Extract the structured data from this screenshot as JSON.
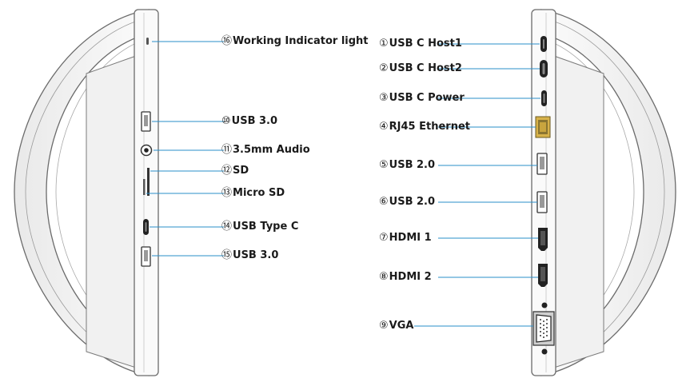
{
  "left_ports": [
    {
      "num": "⑯",
      "label": "Working Indicator light"
    },
    {
      "num": "⑩",
      "label": "USB 3.0"
    },
    {
      "num": "⑪",
      "label": "3.5mm Audio"
    },
    {
      "num": "⑫",
      "label": "SD"
    },
    {
      "num": "⑬",
      "label": "Micro SD"
    },
    {
      "num": "⑭",
      "label": "USB Type C"
    },
    {
      "num": "⑮",
      "label": "USB 3.0"
    }
  ],
  "right_ports": [
    {
      "num": "①",
      "label": "USB C Host1"
    },
    {
      "num": "②",
      "label": "USB C Host2"
    },
    {
      "num": "③",
      "label": "USB C Power"
    },
    {
      "num": "④",
      "label": "RJ45 Ethernet"
    },
    {
      "num": "⑤",
      "label": "USB 2.0"
    },
    {
      "num": "⑥",
      "label": "USB 2.0"
    },
    {
      "num": "⑦",
      "label": "HDMI 1"
    },
    {
      "num": "⑧",
      "label": "HDMI 2"
    },
    {
      "num": "⑨",
      "label": "VGA"
    }
  ],
  "colors": {
    "leader_line": "#2a8fc9",
    "device_outline": "#6b6b6b",
    "device_fill": "#f7f7f7",
    "port_dark": "#222222"
  }
}
